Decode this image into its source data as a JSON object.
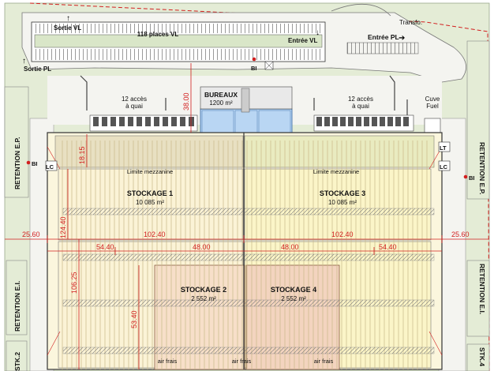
{
  "parking": {
    "vl_places": "118 places VL",
    "sortie_vl": "Sortie VL",
    "entree_vl": "Entrée VL",
    "sortie_pl": "Sortie PL",
    "entree_pl": "Entrée PL",
    "transfo": "Transfo."
  },
  "offices": {
    "title": "BUREAUX",
    "area": "1200 m²"
  },
  "docks": {
    "left": "12 accès\nà quai",
    "right": "12 accès\nà quai"
  },
  "markers": {
    "bi": "BI",
    "lc": "LC",
    "lt": "LT",
    "cuve": "Cuve\nFuel"
  },
  "mezzanine": "Limite mezzanine",
  "storage": [
    {
      "name": "STOCKAGE 1",
      "area": "10 085 m²"
    },
    {
      "name": "STOCKAGE 3",
      "area": "10 085 m²"
    },
    {
      "name": "STOCKAGE 2",
      "area": "2 552 m²"
    },
    {
      "name": "STOCKAGE 4",
      "area": "2 552 m²"
    }
  ],
  "air_frais": "air frais",
  "retention": {
    "ep": "RETENTION E.P.",
    "ei": "RETENTION E.I.",
    "stk2": "STK.2",
    "stk4": "STK.4"
  },
  "dimensions": {
    "h_total_left": "25.60",
    "h_102_left": "102.40",
    "h_102_right": "102.40",
    "h_total_right": "25.60",
    "h_54_left": "54.40",
    "h_48_left": "48.00",
    "h_48_right": "48.00",
    "h_54_right": "54.40",
    "v_38": "38.00",
    "v_18": "18.15",
    "v_124": "124.40",
    "v_106": "106.25",
    "v_53": "53.40"
  }
}
